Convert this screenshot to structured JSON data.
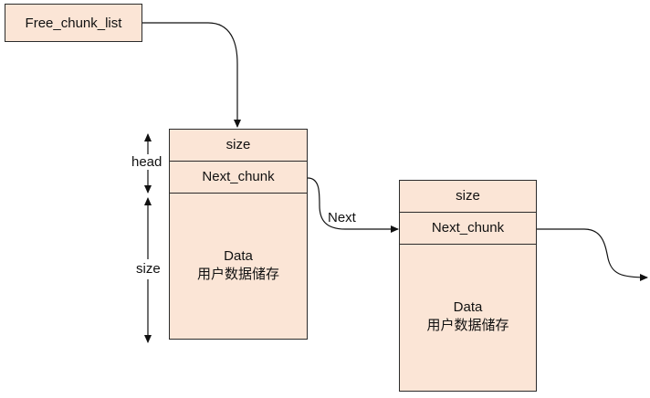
{
  "free_list": {
    "label": "Free_chunk_list"
  },
  "chunk1": {
    "size_label": "size",
    "next_label": "Next_chunk",
    "data_label": "Data",
    "data_sublabel": "用户数据储存"
  },
  "chunk2": {
    "size_label": "size",
    "next_label": "Next_chunk",
    "data_label": "Data",
    "data_sublabel": "用户数据储存"
  },
  "dimension_labels": {
    "head": "head",
    "size": "size"
  },
  "link_label": "Next",
  "colors": {
    "box_fill": "#fbe5d6",
    "stroke": "#2b2b2b"
  }
}
